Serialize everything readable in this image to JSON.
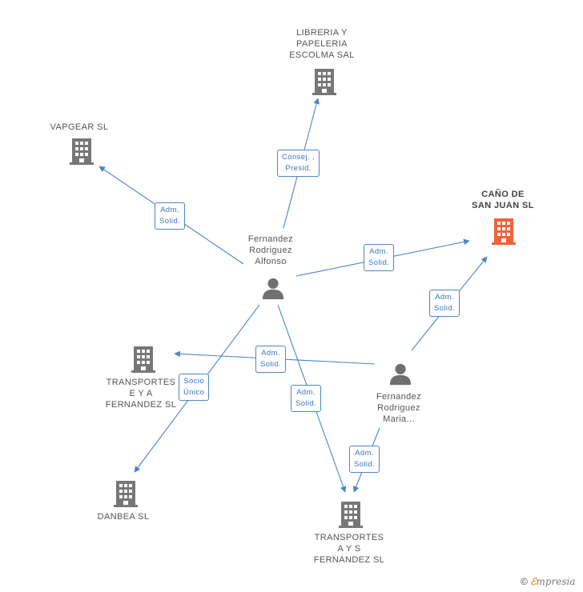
{
  "nodes": {
    "libreria": {
      "label": "LIBRERIA Y\nPAPELERIA\nESCOLMA SAL",
      "type": "company"
    },
    "vapgear": {
      "label": "VAPGEAR  SL",
      "type": "company"
    },
    "cano": {
      "label": "CAÑO DE\nSAN JUAN  SL",
      "type": "company-focus"
    },
    "fernandez_alfonso": {
      "label": "Fernandez\nRodriguez\nAlfonso",
      "type": "person"
    },
    "transportes_eya": {
      "label": "TRANSPORTES\nE Y A\nFERNANDEZ SL",
      "type": "company"
    },
    "fernandez_maria": {
      "label": "Fernandez\nRodriguez\nMaria...",
      "type": "person"
    },
    "danbea": {
      "label": "DANBEA  SL",
      "type": "company"
    },
    "transportes_ays": {
      "label": "TRANSPORTES\nA Y S\nFERNANDEZ SL",
      "type": "company"
    }
  },
  "edges": [
    {
      "id": "e1",
      "label": "Consej. ,\nPresid."
    },
    {
      "id": "e2",
      "label": "Adm.\nSolid."
    },
    {
      "id": "e3",
      "label": "Adm.\nSolid."
    },
    {
      "id": "e4",
      "label": "Adm.\nSolid."
    },
    {
      "id": "e5",
      "label": "Adm.\nSolid."
    },
    {
      "id": "e6",
      "label": "Socio\nÚnico"
    },
    {
      "id": "e7",
      "label": "Adm.\nSolid."
    },
    {
      "id": "e8",
      "label": "Adm.\nSolid."
    }
  ],
  "colors": {
    "edge": "#4a86c8",
    "company_icon": "#777777",
    "focus_icon": "#f0623a",
    "person_icon": "#707070"
  },
  "footer": {
    "copyright": "©",
    "brand_e": "ℰ",
    "brand_rest": "mpresia"
  }
}
